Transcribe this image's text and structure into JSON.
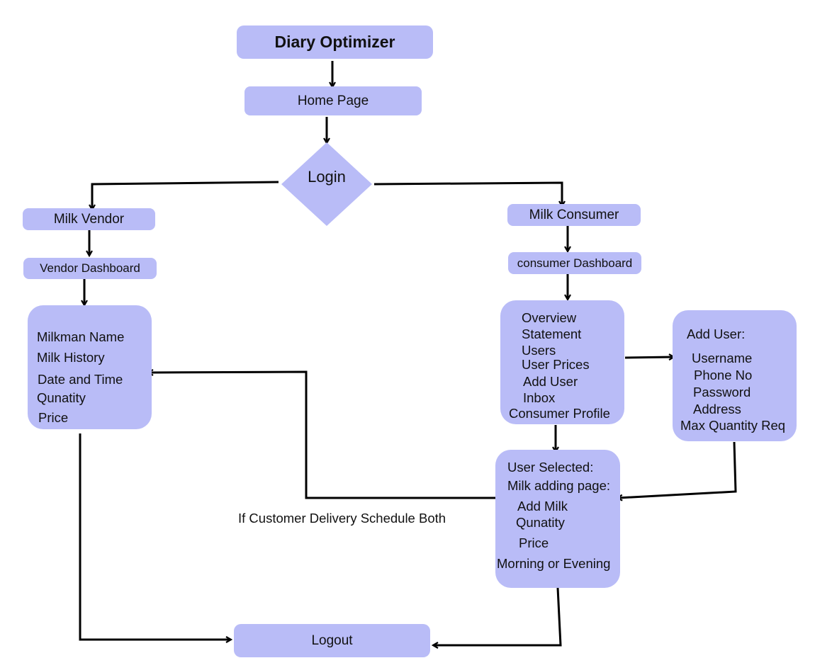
{
  "diagram": {
    "title": "Diary Optimizer",
    "home": "Home Page",
    "login": "Login",
    "vendor": "Milk Vendor",
    "vendor_dashboard": "Vendor Dashboard",
    "vendor_panel": [
      "Milkman Name",
      "Milk History",
      "Date and Time",
      "Qunatity",
      "Price"
    ],
    "consumer": "Milk Consumer",
    "consumer_dashboard": "consumer Dashboard",
    "consumer_menu": [
      "Overview",
      "Statement",
      "Users",
      "User Prices",
      "Add User",
      "Inbox",
      "Consumer Profile"
    ],
    "add_user_panel": [
      "Add User:",
      "Username",
      "Phone No",
      "Password",
      "Address",
      "Max Quantity Req"
    ],
    "milk_panel": [
      "User Selected:",
      "Milk adding page:",
      "Add Milk",
      "Qunatity",
      "Price",
      "Morning or Evening"
    ],
    "schedule_note": "If Customer Delivery Schedule Both",
    "logout": "Logout"
  },
  "colors": {
    "node_fill": "#b9bcf7",
    "line": "#000000"
  }
}
